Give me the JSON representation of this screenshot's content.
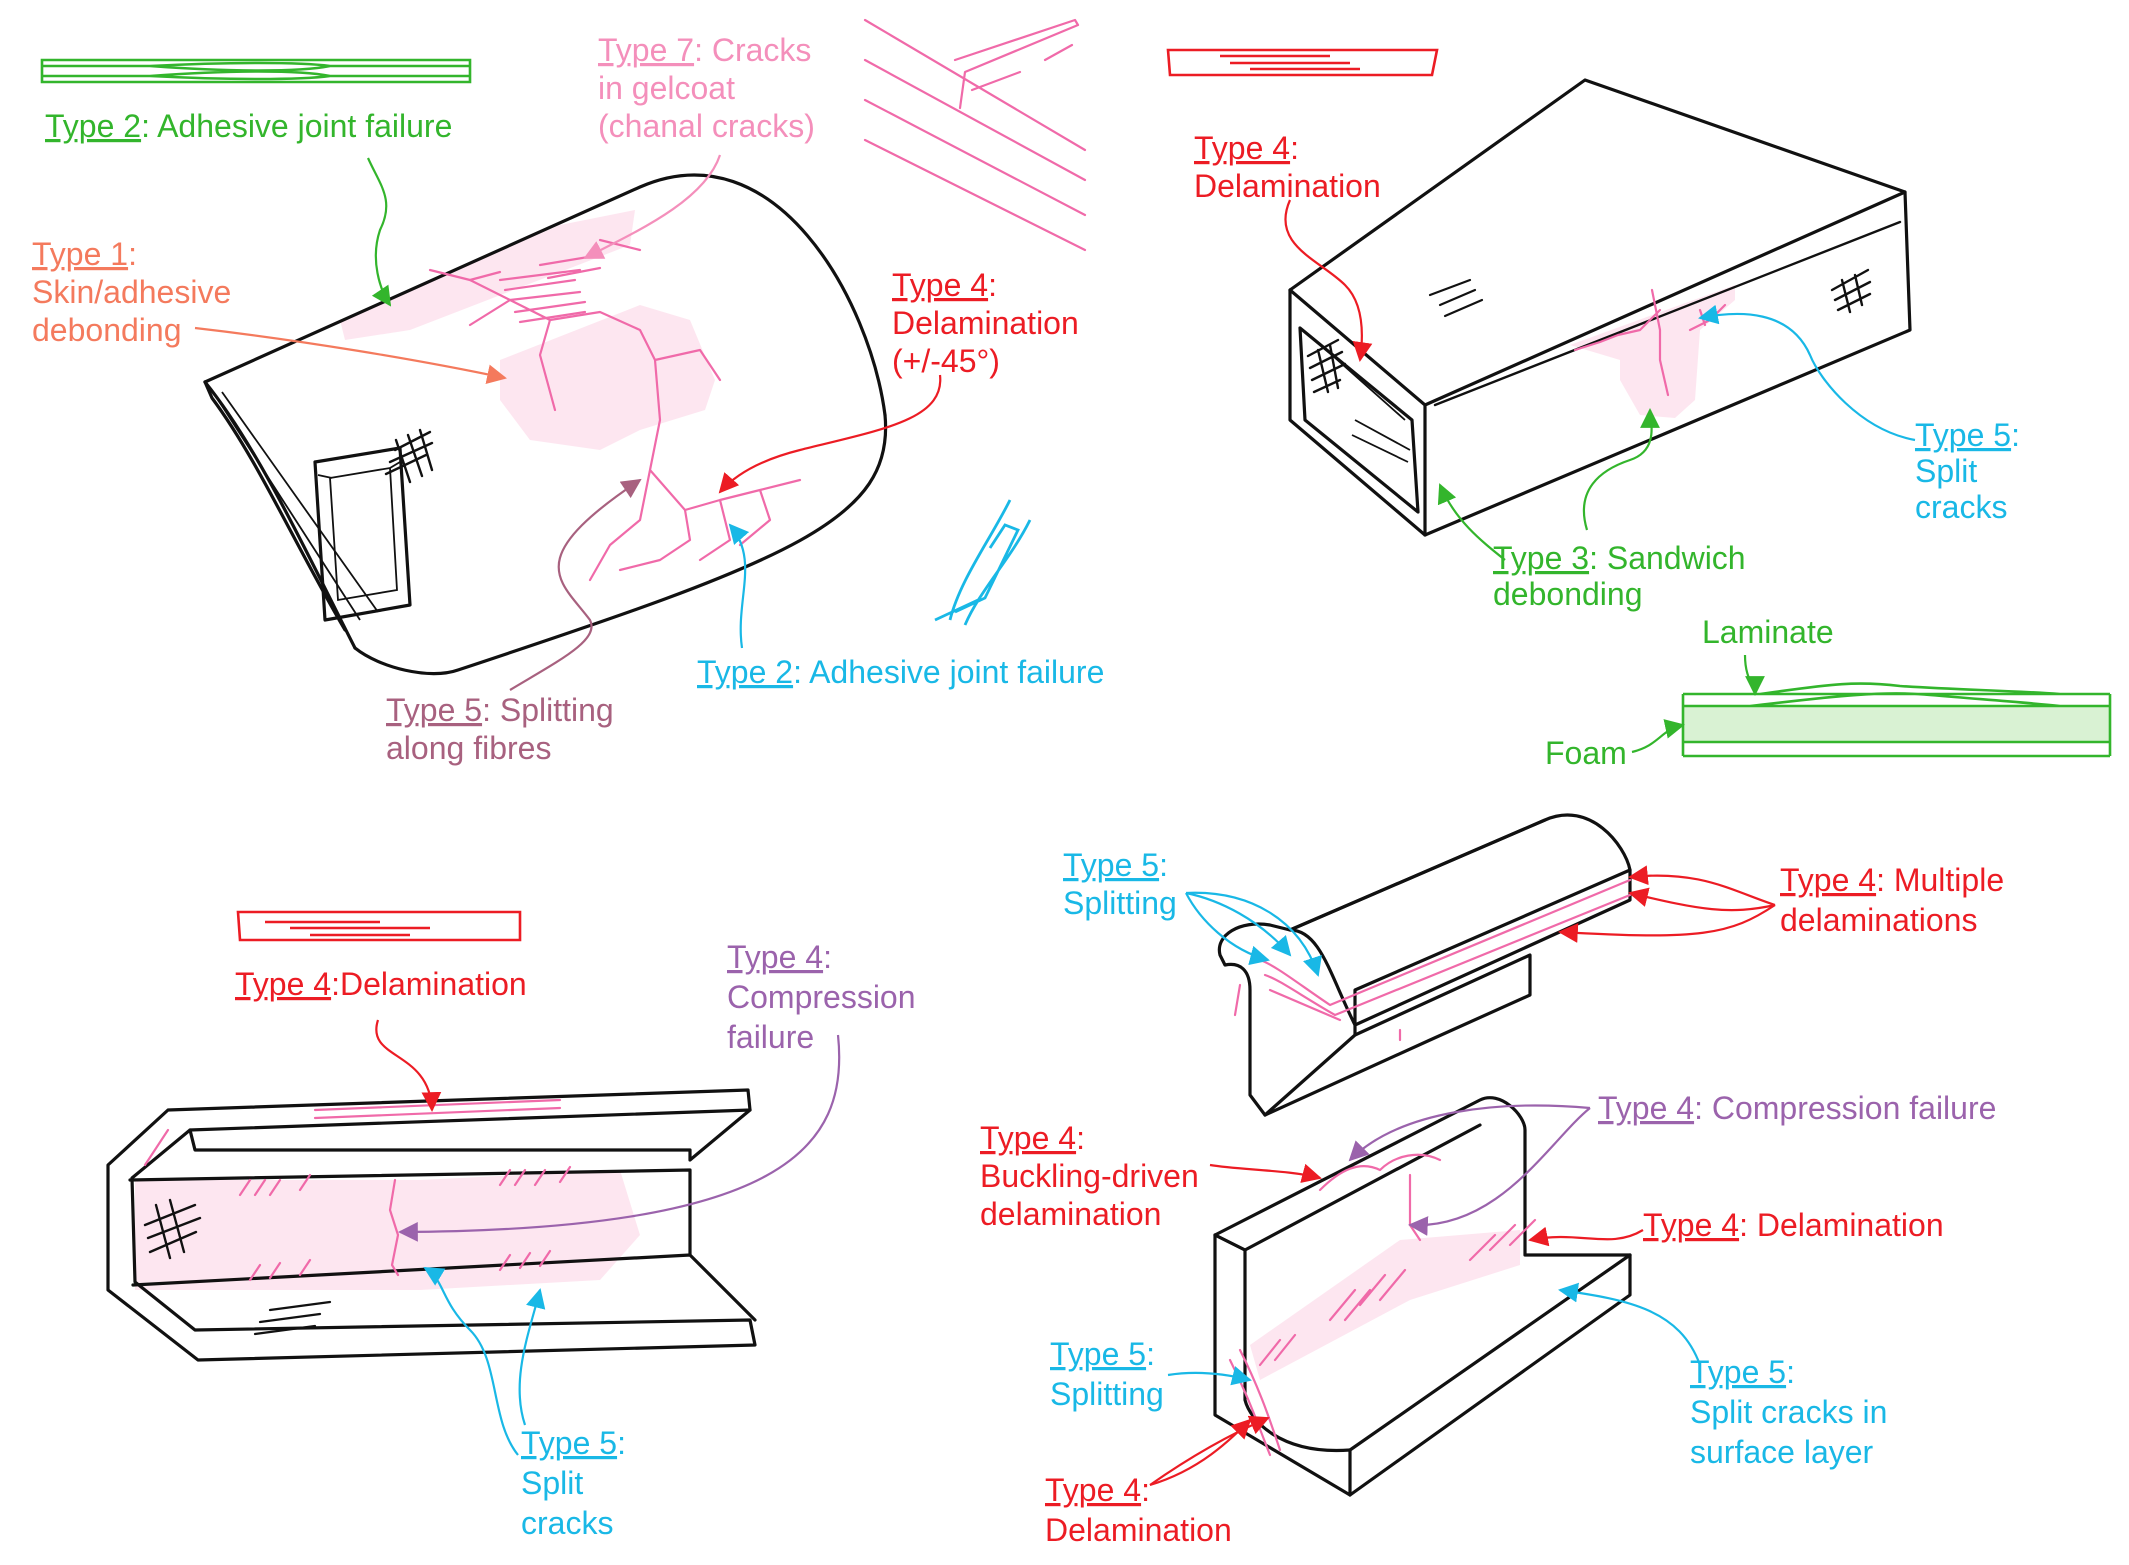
{
  "colors": {
    "type1": "#f47a5d",
    "type2_green": "#33b52c",
    "type2_cyan": "#19b8e6",
    "type3": "#33b52c",
    "type4_red": "#ec1c24",
    "type4_purple": "#9b63ac",
    "type5_cyan": "#19b8e6",
    "type5_mauve": "#a8617f",
    "type7": "#f48fbb",
    "damage_fill": "#fde3ee"
  },
  "labels": {
    "blade": {
      "type2_top": {
        "t": "Type 2",
        "rest": ": Adhesive joint failure"
      },
      "type7": {
        "t": "Type 7",
        "rest": ": Cracks",
        "l2": "in gelcoat",
        "l3": "(chanal cracks)"
      },
      "type1": {
        "t": "Type 1",
        "rest": ":",
        "l2": "Skin/adhesive",
        "l3": "debonding"
      },
      "type4": {
        "t": "Type 4",
        "rest": ":",
        "l2": "Delamination",
        "l3": "(+/-45°)"
      },
      "type2_bottom": {
        "t": "Type 2",
        "rest": ": Adhesive joint failure"
      },
      "type5": {
        "t": "Type 5",
        "rest": ": Splitting",
        "l2": "along fibres"
      }
    },
    "box": {
      "type4": {
        "t": "Type 4",
        "rest": ":",
        "l2": "Delamination"
      },
      "type5": {
        "t": "Type 5",
        "rest": ":",
        "l2": "Split",
        "l3": "cracks"
      },
      "type3": {
        "t": "Type 3",
        "rest": ": Sandwich",
        "l2": "debonding"
      },
      "laminate": "Laminate",
      "foam": "Foam"
    },
    "channel": {
      "type4_delam": {
        "t": "Type 4",
        "rest": ":Delamination"
      },
      "type4_comp": {
        "t": "Type 4",
        "rest": ":",
        "l2": "Compression",
        "l3": "failure"
      },
      "type5": {
        "t": "Type 5",
        "rest": ":",
        "l2": "Split",
        "l3": "cracks"
      }
    },
    "brackets": {
      "type5_splitting_top": {
        "t": "Type 5",
        "rest": ":",
        "l2": "Splitting"
      },
      "type4_multiple": {
        "t": "Type 4",
        "rest": ": Multiple",
        "l2": "delaminations"
      },
      "type4_compression": {
        "t": "Type 4",
        "rest": ": Compression failure"
      },
      "type4_buckling": {
        "t": "Type 4",
        "rest": ":",
        "l2": "Buckling-driven",
        "l3": "delamination"
      },
      "type4_delam_right": {
        "t": "Type 4",
        "rest": ": Delamination"
      },
      "type5_splitting_bottom": {
        "t": "Type 5",
        "rest": ":",
        "l2": "Splitting"
      },
      "type5_surface": {
        "t": "Type 5",
        "rest": ":",
        "l2": "Split cracks in",
        "l3": "surface layer"
      },
      "type4_delam_bottom": {
        "t": "Type 4",
        "rest": ":",
        "l2": "Delamination"
      }
    }
  }
}
